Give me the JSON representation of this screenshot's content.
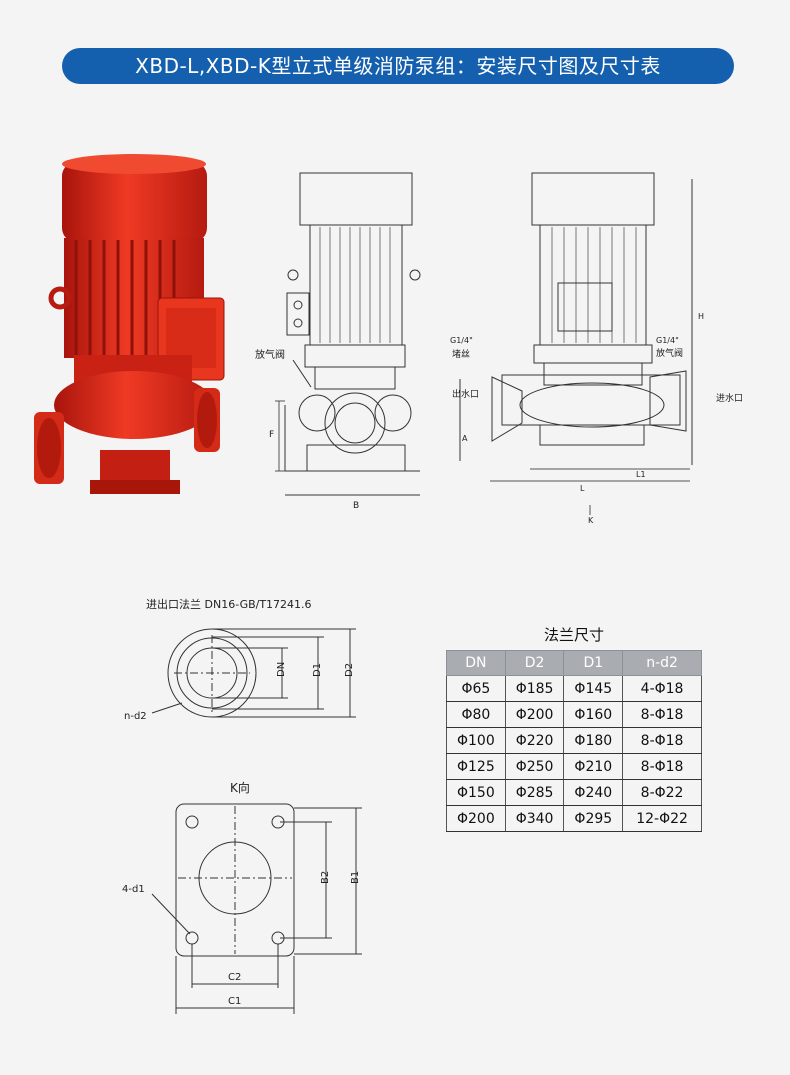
{
  "banner": {
    "title": "XBD-L,XBD-K型立式单级消防泵组：安装尺寸图及尺寸表"
  },
  "drawing_side": {
    "labels": {
      "vent_valve": "放气阀",
      "F": "F",
      "B": "B"
    }
  },
  "drawing_front": {
    "labels": {
      "g14_left": "G1/4\"",
      "plug": "堵丝",
      "g14_right": "G1/4\"",
      "vent_valve": "放气阀",
      "outlet": "出水口",
      "inlet": "进水口",
      "H": "H",
      "A": "A",
      "L1": "L1",
      "L": "L",
      "K": "K"
    }
  },
  "flange": {
    "title": "进出口法兰  DN16-GB/T17241.6",
    "labels": {
      "DN": "DN",
      "D1": "D1",
      "D2": "D2",
      "nd2": "n-d2"
    }
  },
  "kview": {
    "title": "K向",
    "labels": {
      "d1": "4-d1",
      "B2": "B2",
      "B1": "B1",
      "C2": "C2",
      "C1": "C1"
    }
  },
  "flange_table": {
    "title": "法兰尺寸",
    "headers": [
      "DN",
      "D2",
      "D1",
      "n-d2"
    ],
    "rows": [
      [
        "Φ65",
        "Φ185",
        "Φ145",
        "4-Φ18"
      ],
      [
        "Φ80",
        "Φ200",
        "Φ160",
        "8-Φ18"
      ],
      [
        "Φ100",
        "Φ220",
        "Φ180",
        "8-Φ18"
      ],
      [
        "Φ125",
        "Φ250",
        "Φ210",
        "8-Φ18"
      ],
      [
        "Φ150",
        "Φ285",
        "Φ240",
        "8-Φ22"
      ],
      [
        "Φ200",
        "Φ340",
        "Φ295",
        "12-Φ22"
      ]
    ]
  },
  "colors": {
    "banner": "#1560ae",
    "pump_red": "#e0301e",
    "header_gray": "#a9acb1"
  }
}
